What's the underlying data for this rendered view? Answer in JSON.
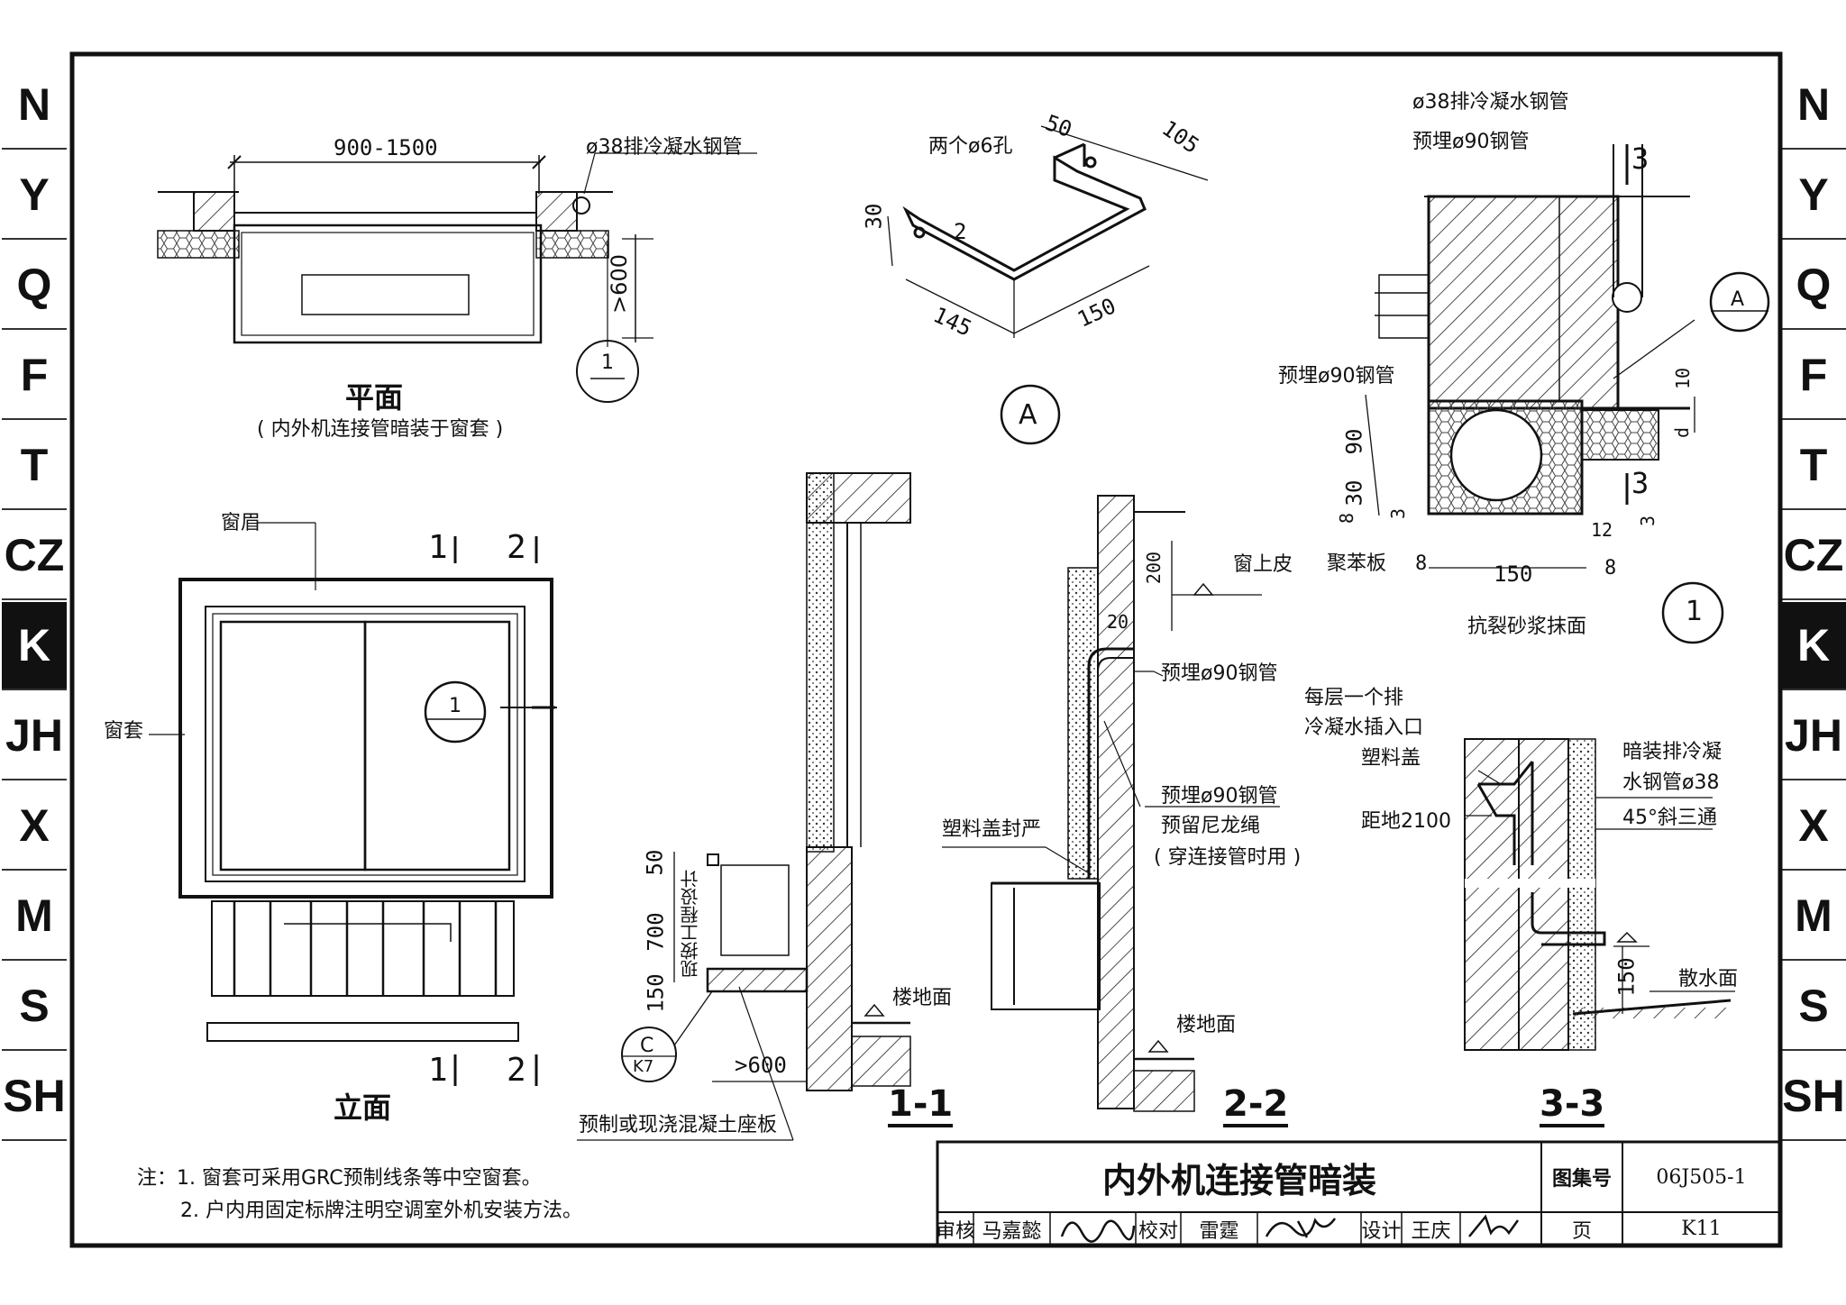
{
  "side_tabs": [
    "N",
    "Y",
    "Q",
    "F",
    "T",
    "CZ",
    "K",
    "JH",
    "X",
    "M",
    "S",
    "SH"
  ],
  "active_tab": "K",
  "plan": {
    "title": "平面",
    "subtitle": "( 内外机连接管暗装于窗套 )",
    "width_dim": "900-1500",
    "pipe_label": "ø38排冷凝水钢管",
    "depth_dim": ">600",
    "detail_num": "1"
  },
  "bracket": {
    "holes_label": "两个ø6孔",
    "dim_50": "50",
    "dim_105": "105",
    "dim_30": "30",
    "dim_2": "2",
    "dim_145": "145",
    "dim_150": "150",
    "detail_letter": "A"
  },
  "detail1": {
    "pipe_top": "ø38排冷凝水钢管",
    "embedded_top": "预埋ø90钢管",
    "embedded_left": "预埋ø90钢管",
    "section_mark_3": "3",
    "callout_letter": "A",
    "dim_10": "10",
    "dim_d": "d",
    "dim_90": "90",
    "dim_30": "30",
    "dim_8a": "8",
    "dim_3a": "3",
    "dim_12": "12",
    "dim_3b": "3",
    "dim_8b": "8",
    "dim_150": "150",
    "dim_8c": "8",
    "board": "聚苯板",
    "mortar": "抗裂砂浆抹面",
    "detail_num": "1"
  },
  "elevation": {
    "lintel": "窗眉",
    "casing": "窗套",
    "title": "立面",
    "cut1": "1",
    "cut2": "2",
    "detail_num": "1"
  },
  "section11": {
    "dim_50": "50",
    "dim_700": "700",
    "dim_150": "150",
    "design_note": "现按工程设计",
    "floor": "楼地面",
    "callout_top": "C",
    "callout_bottom": "K7",
    "dim_600": ">600",
    "slab": "预制或现浇混凝土座板",
    "label": "1-1"
  },
  "section22": {
    "window_top": "窗上皮",
    "dim_200": "200",
    "dim_20": "20",
    "embed1": "预埋ø90钢管",
    "embed2": "预埋ø90钢管",
    "nylon": "预留尼龙绳",
    "through": "( 穿连接管时用 )",
    "cap": "塑料盖封严",
    "floor": "楼地面",
    "label": "2-2"
  },
  "section33": {
    "inlet1": "每层一个排",
    "inlet2": "冷凝水插入口",
    "cap": "塑料盖",
    "height": "距地2100",
    "pipe1": "暗装排冷凝",
    "pipe2": "水钢管ø38",
    "tee": "45°斜三通",
    "dim_150": "150",
    "apron": "散水面",
    "label": "3-3"
  },
  "notes": {
    "line1": "注：1. 窗套可采用GRC预制线条等中空窗套。",
    "line2": "2. 户内用固定标牌注明空调室外机安装方法。"
  },
  "title_block": {
    "title": "内外机连接管暗装",
    "atlas_label": "图集号",
    "atlas_no": "06J505-1",
    "review_label": "审核",
    "reviewer": "马嘉懿",
    "check_label": "校对",
    "checker": "雷霆",
    "design_label": "设计",
    "designer": "王庆",
    "page_label": "页",
    "page_no": "K11"
  }
}
